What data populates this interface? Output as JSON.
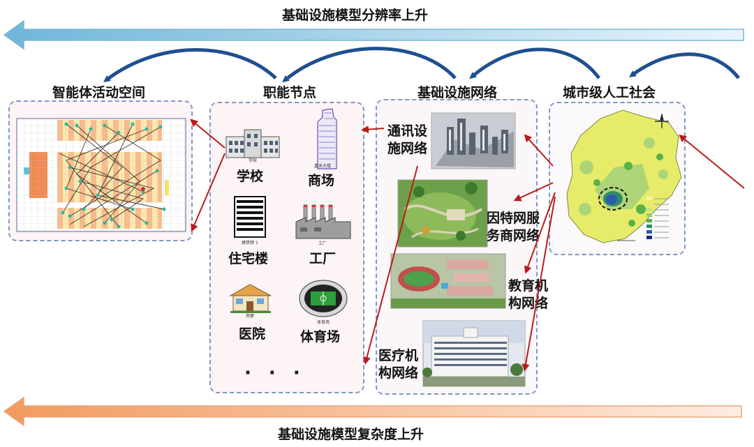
{
  "top_banner": {
    "label": "基础设施模型分辨率上升",
    "color": "#9fd0e8"
  },
  "bottom_banner": {
    "label": "基础设施模型复杂度上升",
    "color": "#f4a773"
  },
  "columns": {
    "agent_space": "智能体活动空间",
    "functional_nodes": "职能节点",
    "infrastructure_network": "基础设施网络",
    "city_society": "城市级人工社会"
  },
  "nodes": {
    "school": "学校",
    "mall": "商场",
    "residence": "住宅楼",
    "factory": "工厂",
    "hospital": "医院",
    "stadium": "体育场",
    "ellipsis": "·  ·  ·"
  },
  "icon_captions": {
    "school": "学校",
    "mall": "嘉禾大楼",
    "residence": "建筑物 1",
    "factory": "工厂",
    "hospital": "房屋",
    "stadium": "体育场"
  },
  "networks": {
    "telecom": [
      "通讯设",
      "施网络"
    ],
    "isp": [
      "因特网服",
      "务商网络"
    ],
    "education": [
      "教育机",
      "构网络"
    ],
    "medical": [
      "医疗机",
      "构网络"
    ]
  },
  "colors": {
    "arrow_red": "#b81c1c",
    "curve_blue": "#1f4f8f",
    "panel_border": "#7d96c8",
    "map_yellow": "#e6ec6a",
    "map_green": "#76c043",
    "map_blue": "#2a5aa8"
  },
  "icons": [
    "grid-map",
    "school-building-icon",
    "skyscraper-icon",
    "apartment-icon",
    "factory-icon",
    "hospital-icon",
    "stadium-icon",
    "compass-icon"
  ]
}
